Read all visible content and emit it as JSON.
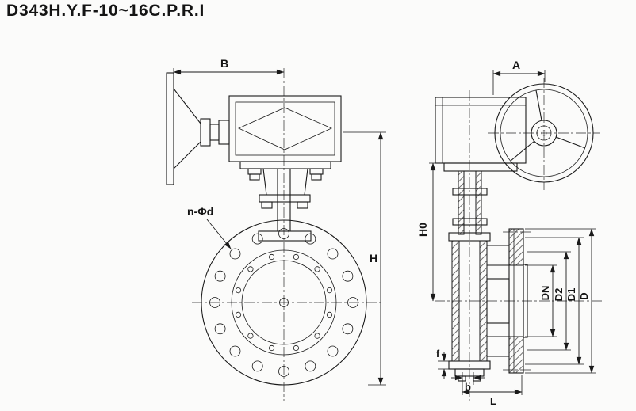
{
  "title": "D343H.Y.F-10~16C.P.R.I",
  "labels": {
    "dim_b": "B",
    "dim_a": "A",
    "dim_h": "H",
    "dim_h0": "H0",
    "dim_dn": "DN",
    "dim_d2": "D2",
    "dim_d1": "D1",
    "dim_d": "D",
    "dim_f": "f",
    "dim_b_small": "b",
    "dim_l": "L",
    "bolt_hole_note": "n-Φd"
  },
  "colors": {
    "line": "#1a1a1a",
    "background": "#fbfbfa"
  }
}
